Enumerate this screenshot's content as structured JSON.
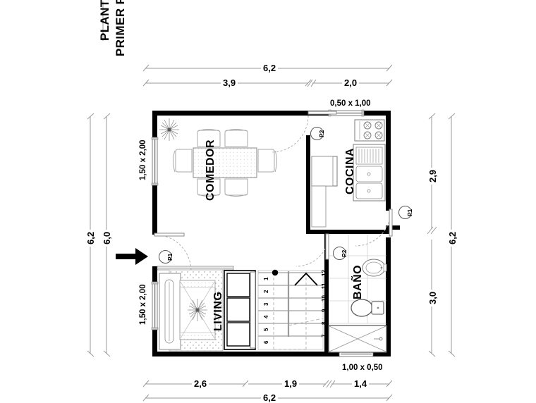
{
  "drawing": {
    "title_line1": "PLANTA",
    "title_line2": "PRIMER PISO",
    "type": "floor-plan"
  },
  "rooms": [
    {
      "key": "comedor",
      "label": "COMEDOR"
    },
    {
      "key": "cocina",
      "label": "COCINA"
    },
    {
      "key": "living",
      "label": "LIVING"
    },
    {
      "key": "bano",
      "label": "BAÑO"
    }
  ],
  "dimensions": {
    "top_overall": "6,2",
    "top_segments": [
      "3,9",
      "2,0"
    ],
    "bottom_overall": "6,2",
    "bottom_segments": [
      "2,6",
      "1,9",
      "1,4"
    ],
    "left_outer": "6,2",
    "left_inner": "6,0",
    "right_outer": "6,2",
    "right_segments": [
      "2,9",
      "3,0"
    ]
  },
  "openings": {
    "window_top": "0,50 x 1,00",
    "window_bottom": "1,00 x 0,50",
    "window_left_upper": "1,50 x 2,00",
    "window_left_lower": "1,50 x 2,00"
  },
  "doors": [
    {
      "tag": "P2",
      "location": "comedor-cocina"
    },
    {
      "tag": "P1",
      "location": "cocina-exterior"
    },
    {
      "tag": "P1",
      "location": "living-entrance"
    },
    {
      "tag": "P2",
      "location": "bano"
    }
  ],
  "stair": {
    "step_numbers_left": [
      "1",
      "2",
      "3",
      "4",
      "5",
      "6"
    ],
    "step_numbers_right": [
      "12",
      "11",
      "10",
      "9",
      "8",
      "7"
    ],
    "direction_marker": "up-arrow"
  },
  "colors": {
    "wall": "#000000",
    "line": "#000000",
    "dimension_line": "#9a9a9a",
    "furniture": "#b4b4b4",
    "tile": "#d0d0d0",
    "background": "#ffffff"
  }
}
